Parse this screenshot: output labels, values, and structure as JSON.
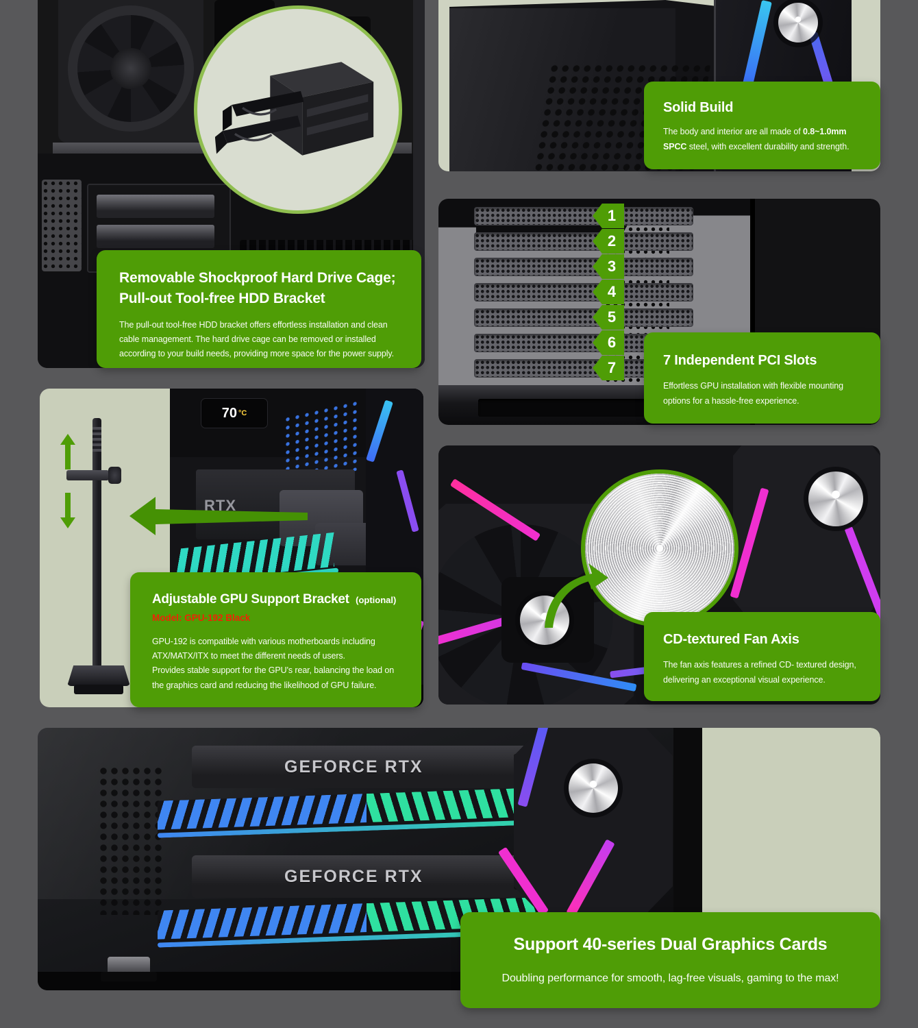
{
  "colors": {
    "page_bg": "#58585a",
    "accent_green": "#4f9d06",
    "arrow_green": "#459104",
    "sage": "#c9cfba",
    "sage_light": "#ced3c1",
    "inset_ring": "#8fbe4f",
    "model_red": "#ee2405",
    "rgb_blue": "#3f86f2",
    "rgb_teal": "#2fd9c3",
    "rgb_green": "#2fe0a0",
    "rgb_magenta": "#f02fd0",
    "rgb_violet": "#8a4df0"
  },
  "sections": {
    "hdd_cage": {
      "title_line1": "Removable Shockproof Hard Drive Cage;",
      "title_line2": "Pull-out Tool-free HDD Bracket",
      "body": "The pull-out tool-free HDD bracket offers effortless installation and clean cable management. The hard drive cage can be removed or installed according to your build needs, providing more space for the power supply."
    },
    "solid_build": {
      "title": "Solid Build",
      "body_prefix": "The body and interior are all made of ",
      "body_bold": "0.8~1.0mm SPCC",
      "body_suffix": " steel, with excellent durability and strength."
    },
    "pci_slots": {
      "title": "7 Independent PCI Slots",
      "body": "Effortless GPU installation with flexible mounting options for a hassle-free experience.",
      "slot_labels": [
        "1",
        "2",
        "3",
        "4",
        "5",
        "6",
        "7"
      ]
    },
    "gpu_bracket": {
      "title": "Adjustable GPU Support Bracket",
      "title_suffix": "(optional)",
      "model": "Model: GPU-192 Black",
      "body_line1": "GPU-192 is compatible with various motherboards including ATX/MATX/ITX to meet the different needs of users.",
      "body_line2": "Provides stable support for the GPU's rear, balancing the load on the graphics card and reducing the likelihood of GPU failure.",
      "lcd_readout": "70",
      "gpu_label_partial": "RTX"
    },
    "fan_axis": {
      "title": "CD-textured Fan Axis",
      "body": "The fan axis features a refined CD- textured design, delivering an exceptional visual experience."
    },
    "dual_gpu": {
      "title": "Support 40-series Dual Graphics Cards",
      "body": "Doubling performance for smooth, lag-free visuals, gaming to the max!",
      "gpu_label": "GEFORCE RTX"
    }
  }
}
